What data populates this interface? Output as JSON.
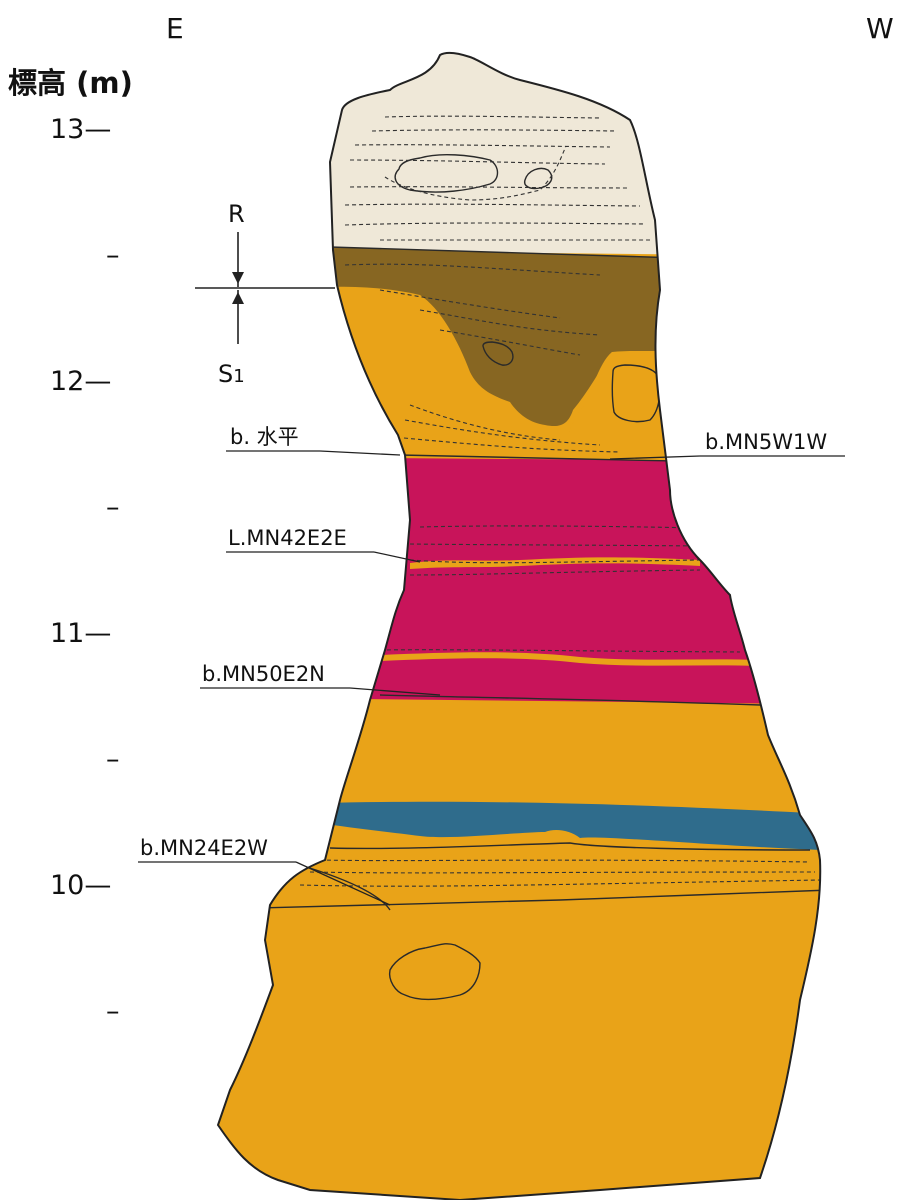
{
  "header": {
    "east": "E",
    "west": "W",
    "axis_title": "標高 (m)"
  },
  "elevation_ticks": [
    {
      "value": 13,
      "label": "13—"
    },
    {
      "value": 12.5,
      "label": "–"
    },
    {
      "value": 12,
      "label": "12—"
    },
    {
      "value": 11.5,
      "label": "–"
    },
    {
      "value": 11,
      "label": "11—"
    },
    {
      "value": 10.5,
      "label": "–"
    },
    {
      "value": 10,
      "label": "10—"
    },
    {
      "value": 9.5,
      "label": "–"
    }
  ],
  "boundary": {
    "upper": "R",
    "lower": "S1",
    "lower_base": "S",
    "lower_sub": "1"
  },
  "annotations": {
    "bed_horizontal": "b. 水平",
    "bed_mn5w1w": "b.MN5W1W",
    "lamina_mn42e2e": "L.MN42E2E",
    "bed_mn50e2n": "b.MN50E2N",
    "bed_mn24e2w": "b.MN24E2W"
  },
  "colors": {
    "top_layer": "#EFE8D8",
    "brown_layer": "#876622",
    "orange_layer": "#E9A318",
    "magenta_layer": "#C8145A",
    "blue_layer": "#2F6C8C"
  }
}
